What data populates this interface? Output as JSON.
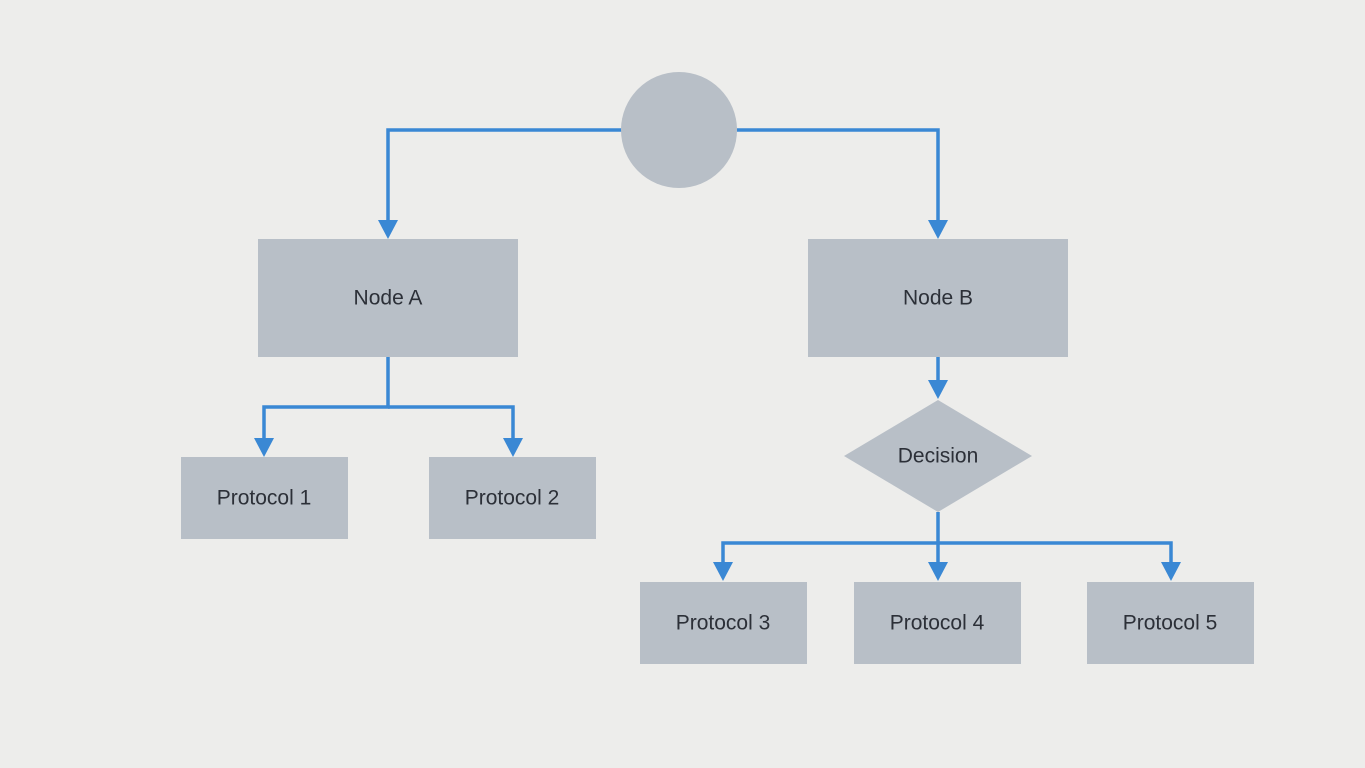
{
  "colors": {
    "background": "#ededeb",
    "node_fill": "#b8bfc7",
    "connector": "#3a88d4",
    "text": "#2c3038"
  },
  "nodes": {
    "root": {
      "shape": "circle",
      "label": ""
    },
    "node_a": {
      "shape": "rectangle",
      "label": "Node A"
    },
    "node_b": {
      "shape": "rectangle",
      "label": "Node B"
    },
    "decision": {
      "shape": "diamond",
      "label": "Decision"
    },
    "protocol_1": {
      "shape": "rectangle",
      "label": "Protocol 1"
    },
    "protocol_2": {
      "shape": "rectangle",
      "label": "Protocol 2"
    },
    "protocol_3": {
      "shape": "rectangle",
      "label": "Protocol 3"
    },
    "protocol_4": {
      "shape": "rectangle",
      "label": "Protocol 4"
    },
    "protocol_5": {
      "shape": "rectangle",
      "label": "Protocol 5"
    }
  },
  "edges": [
    {
      "from": "root",
      "to": "node_a"
    },
    {
      "from": "root",
      "to": "node_b"
    },
    {
      "from": "node_a",
      "to": "protocol_1"
    },
    {
      "from": "node_a",
      "to": "protocol_2"
    },
    {
      "from": "node_b",
      "to": "decision"
    },
    {
      "from": "decision",
      "to": "protocol_3"
    },
    {
      "from": "decision",
      "to": "protocol_4"
    },
    {
      "from": "decision",
      "to": "protocol_5"
    }
  ]
}
